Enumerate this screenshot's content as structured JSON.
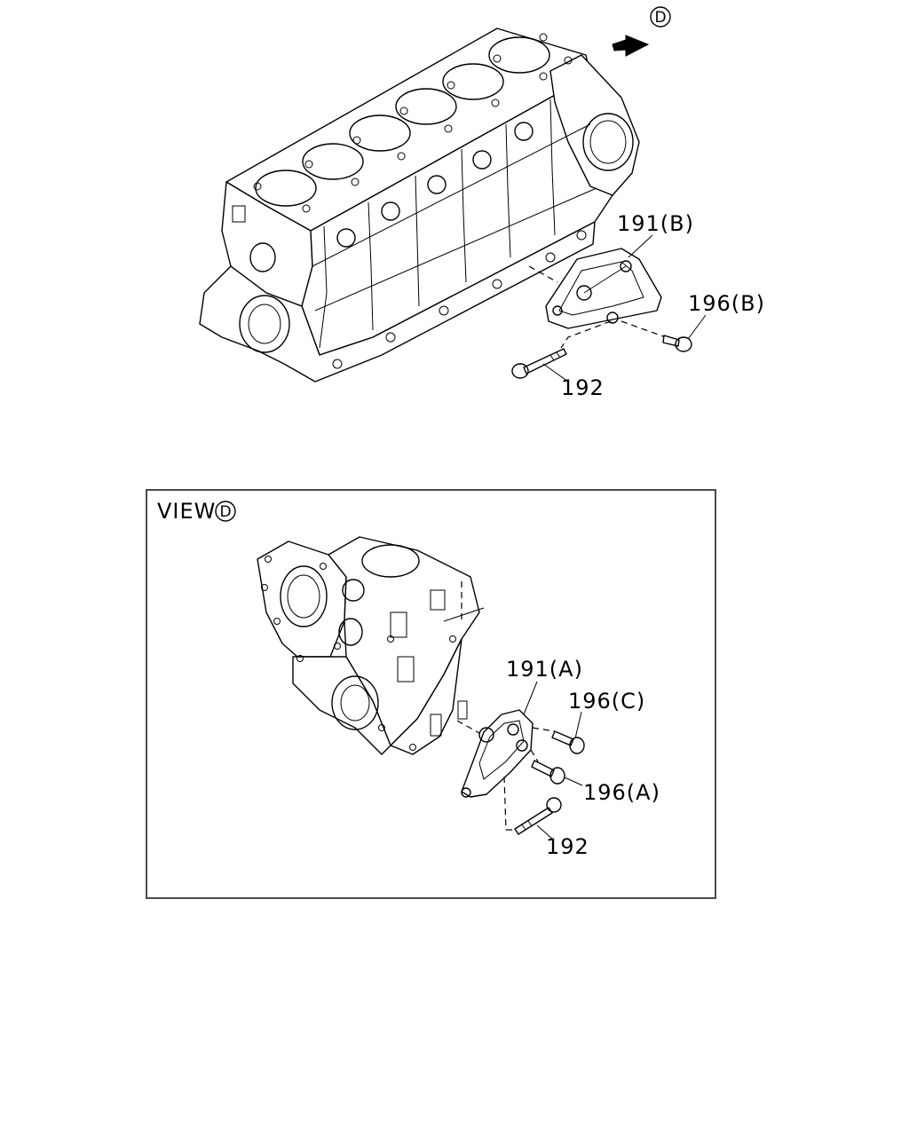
{
  "top": {
    "view_marker": "D",
    "callouts": {
      "bracket_b": "191(B)",
      "bolt_b": "196(B)",
      "stud": "192"
    }
  },
  "detail": {
    "title_prefix": "VIEW",
    "title_marker": "D",
    "callouts": {
      "bracket_a": "191(A)",
      "bolt_c": "196(C)",
      "bolt_a": "196(A)",
      "stud": "192"
    }
  }
}
